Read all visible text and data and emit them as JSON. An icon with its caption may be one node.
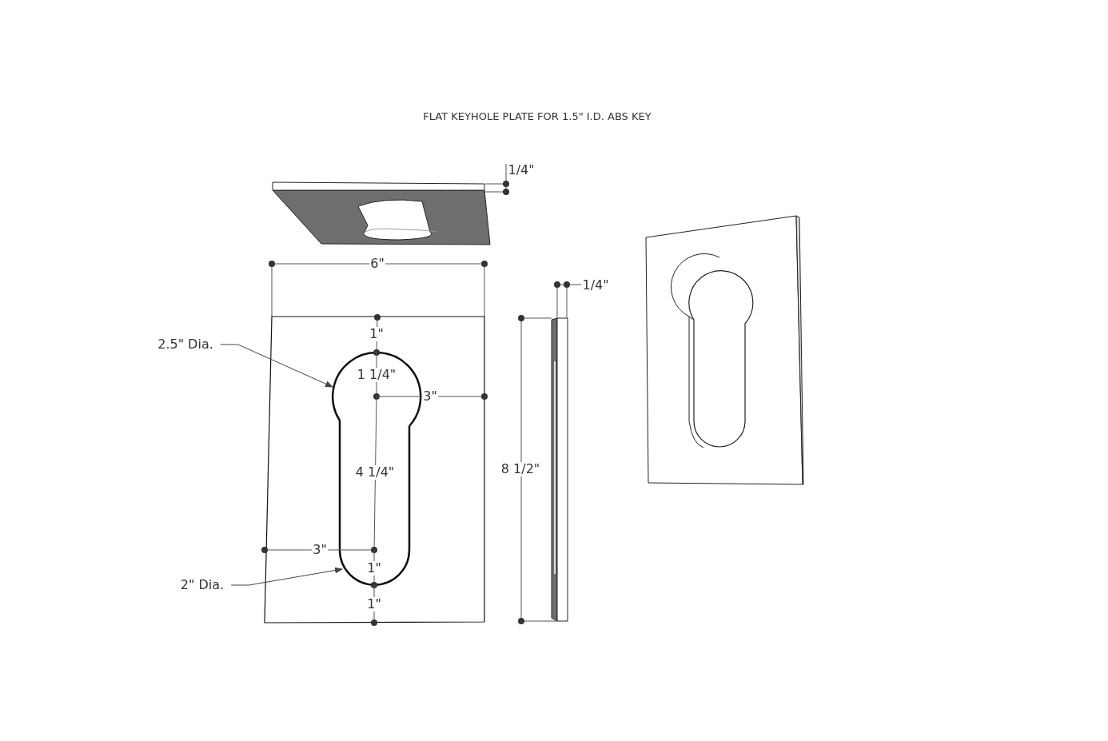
{
  "diagram": {
    "title": "FLAT KEYHOLE PLATE FOR 1.5\" I.D. ABS KEY",
    "nodes": [
      {
        "text": [
          "2.5\" Dia."
        ]
      },
      {
        "text": [
          "2\" Dia."
        ]
      },
      {
        "text": [],
        "shape": "arc"
      },
      {
        "text": [],
        "shape": "arc"
      }
    ],
    "edges": [
      {
        "from": 0,
        "to": 2,
        "arrow": "to"
      },
      {
        "from": 1,
        "to": 3,
        "arrow": "to"
      }
    ],
    "labels": [
      "1/4\"",
      "6\"",
      "1/4\"",
      "1\"",
      "1 1/4\"",
      "3\"",
      "4 1/4\"",
      "8 1/2\"",
      "3\"",
      "1\"",
      "1\""
    ]
  }
}
